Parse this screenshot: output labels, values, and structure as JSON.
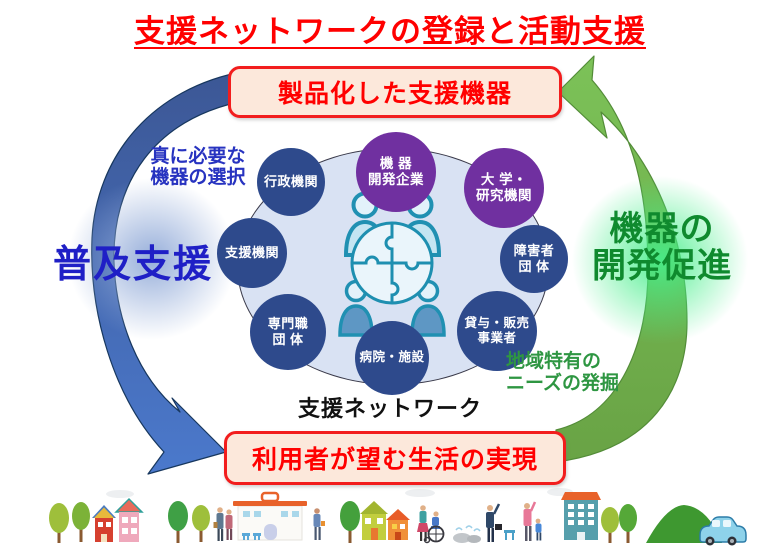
{
  "title": "支援ネットワークの登録と活動支援",
  "cycle": {
    "top_box": "製品化した支援機器",
    "bottom_box": "利用者が望む生活の実現",
    "left_small_line1": "真に必要な",
    "left_small_line2": "機器の選択",
    "left_big": "普及支援",
    "right_big_line1": "機器の",
    "right_big_line2": "開発促進",
    "right_small_line1": "地域特有の",
    "right_small_line2": "ニーズの発掘"
  },
  "network": {
    "label": "支援ネットワーク",
    "center_icon": "four-people-around-puzzle",
    "members": [
      {
        "name": "機器開発企業",
        "line1": "機 器",
        "line2": "開発企業",
        "color": "#7030A0"
      },
      {
        "name": "大学・研究機関",
        "line1": "大 学・",
        "line2": "研究機関",
        "color": "#7030A0"
      },
      {
        "name": "障害者団体",
        "line1": "障害者",
        "line2": "団 体",
        "color": "#2E4A8C"
      },
      {
        "name": "貸与・販売事業者",
        "line1": "貸与・販売",
        "line2": "事業者",
        "color": "#2E4A8C"
      },
      {
        "name": "病院・施設",
        "line1": "病院・施設",
        "line2": "",
        "color": "#2E4A8C"
      },
      {
        "name": "専門職団体",
        "line1": "専門職",
        "line2": "団 体",
        "color": "#2E4A8C"
      },
      {
        "name": "支援機関",
        "line1": "支援機関",
        "line2": "",
        "color": "#2E4A8C"
      },
      {
        "name": "行政機関",
        "line1": "行政機関",
        "line2": "",
        "color": "#2E4A8C"
      }
    ]
  },
  "colors": {
    "title": "#FF0000",
    "box_bg": "#FCE8DB",
    "box_border": "#F21D1D",
    "box_text": "#FF0000",
    "member_navy": "#2E4A8C",
    "member_purple": "#7030A0",
    "ellipse_bg": "#D9E2F3",
    "icon_teal": "#1E8FB0",
    "spread_blue": "#1F1FC6",
    "select_blue": "#2733C0",
    "promo_green": "#0F8A2E",
    "needs_green": "#2E9642",
    "blue_arrow": "#4472C4",
    "green_arrow": "#76B84F",
    "network_label": "#111111"
  },
  "footer_scene": {
    "description": "town illustration strip: trees, houses, clinic, people, wheelchair user with caregiver, buildings, hill and car",
    "items": [
      "tree",
      "tree",
      "red-house",
      "pink-house",
      "tree",
      "tree",
      "elderly-couple",
      "clinic-building",
      "walking-person",
      "tree",
      "lime-house",
      "orange-house",
      "wheelchair-user-with-caregiver",
      "rocks",
      "businessman",
      "bench",
      "parent-and-child",
      "apartment-building",
      "tree",
      "tree",
      "hill",
      "car"
    ]
  }
}
